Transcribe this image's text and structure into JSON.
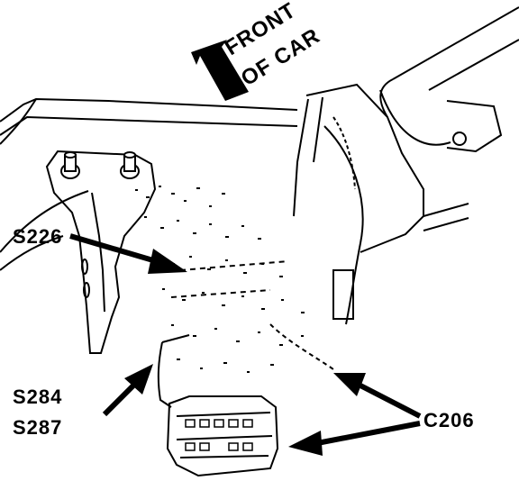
{
  "diagram": {
    "direction_label": {
      "line1": "FRONT",
      "line2": "OF CAR"
    },
    "callouts": {
      "s226": "S226",
      "s284": "S284",
      "s287": "S287",
      "c206": "C206"
    },
    "colors": {
      "ink": "#000000",
      "paper": "#ffffff"
    }
  }
}
